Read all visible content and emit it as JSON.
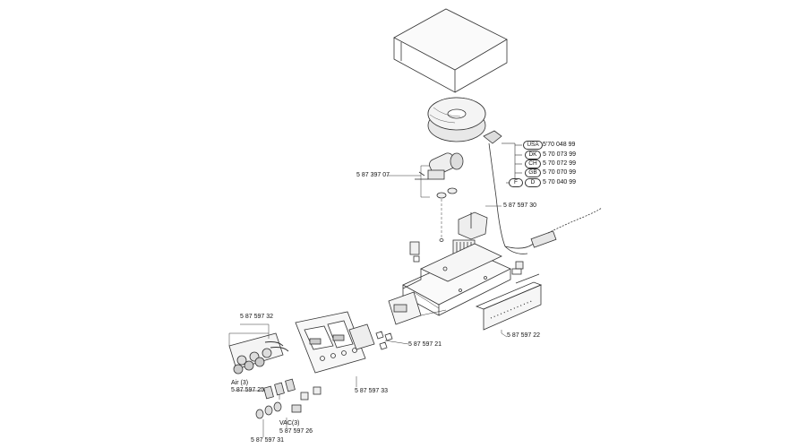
{
  "parts": {
    "pump": "5 87 397 07",
    "tool_holder": "5 87 597 30",
    "front_panel_knobs": "5 87 597 32",
    "air_label": "Air (3)",
    "air_part": "5 87 597 25",
    "vac_label": "VAC(3)",
    "vac_part": "5 87 597 26",
    "knob_set": "5 87 597 31",
    "display_board": "5 87 597 21",
    "front_frame": "5 87 597 33",
    "rear_cover": "5 87 597 22"
  },
  "power_cords": [
    {
      "country": "USA",
      "code": "5'70 048 99"
    },
    {
      "country": "DK",
      "code": "5 70 073 99"
    },
    {
      "country": "CH",
      "code": "5 70 072 99"
    },
    {
      "country": "GB",
      "code": "5 70 070 99"
    },
    {
      "country": "F",
      "country2": "D",
      "code": "5 70 040 99"
    }
  ]
}
